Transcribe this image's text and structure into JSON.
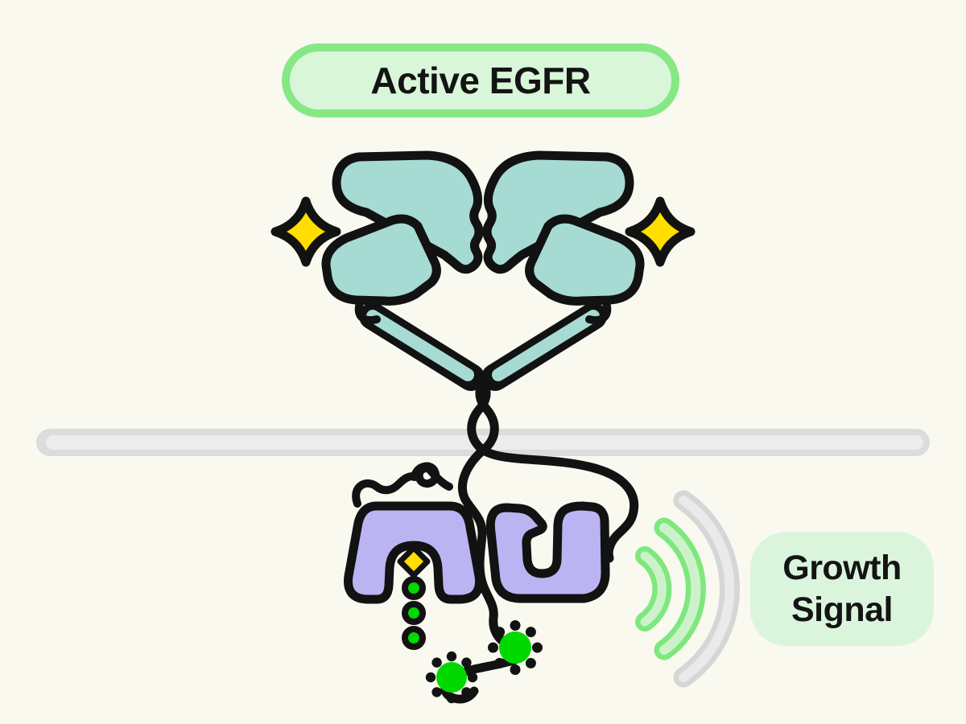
{
  "page": {
    "title": "Active EGFR growth signaling diagram"
  },
  "badge": {
    "label": "Active EGFR"
  },
  "growth_label": {
    "lines": [
      "Growth",
      "Signal"
    ]
  },
  "icons": {
    "ligand": "yellow-sparkle-diamond",
    "phosphate_site": "green-dot-chain",
    "phospho_burst": "green-burst-circle",
    "signal": "radiating-arcs",
    "membrane": "horizontal-gray-bar"
  },
  "colors": {
    "background": "#FAF9F0",
    "outline": "#121212",
    "text": "#141414",
    "receptor_teal": "#A6DBD4",
    "kinase_lavender": "#BBB4F2",
    "ligand_yellow": "#FFDE00",
    "phospho_green": "#00D800",
    "badge_fill": "#D9F6D9",
    "badge_border": "#85E885",
    "growth_fill": "#DAF5DC",
    "wave_green": "#7EE87E",
    "wave_green_light": "#CDF2CA",
    "wave_gray": "#D6D6D6",
    "wave_gray_light": "#EAEAEA",
    "membrane_gray": "#DCDCDC",
    "membrane_gray_light": "#ECECEC"
  }
}
